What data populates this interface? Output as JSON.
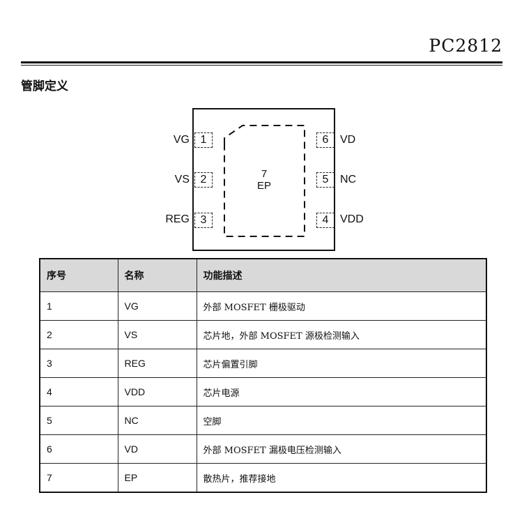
{
  "header": {
    "part_number": "PC2812"
  },
  "section": {
    "title": "管脚定义"
  },
  "diagram": {
    "left_pins": [
      {
        "label": "VG",
        "number": "1"
      },
      {
        "label": "VS",
        "number": "2"
      },
      {
        "label": "REG",
        "number": "3"
      }
    ],
    "right_pins": [
      {
        "label": "VD",
        "number": "6"
      },
      {
        "label": "NC",
        "number": "5"
      },
      {
        "label": "VDD",
        "number": "4"
      }
    ],
    "exposed_pad": {
      "number": "7",
      "label": "EP"
    }
  },
  "table": {
    "headers": [
      "序号",
      "名称",
      "功能描述"
    ],
    "rows": [
      {
        "no": "1",
        "name": "VG",
        "desc": "外部 MOSFET 栅极驱动"
      },
      {
        "no": "2",
        "name": "VS",
        "desc": "芯片地，外部 MOSFET 源极检测输入"
      },
      {
        "no": "3",
        "name": "REG",
        "desc": "芯片偏置引脚"
      },
      {
        "no": "4",
        "name": "VDD",
        "desc": "芯片电源"
      },
      {
        "no": "5",
        "name": "NC",
        "desc": "空脚"
      },
      {
        "no": "6",
        "name": "VD",
        "desc": "外部 MOSFET 漏极电压检测输入"
      },
      {
        "no": "7",
        "name": "EP",
        "desc": "散热片，推荐接地"
      }
    ]
  }
}
